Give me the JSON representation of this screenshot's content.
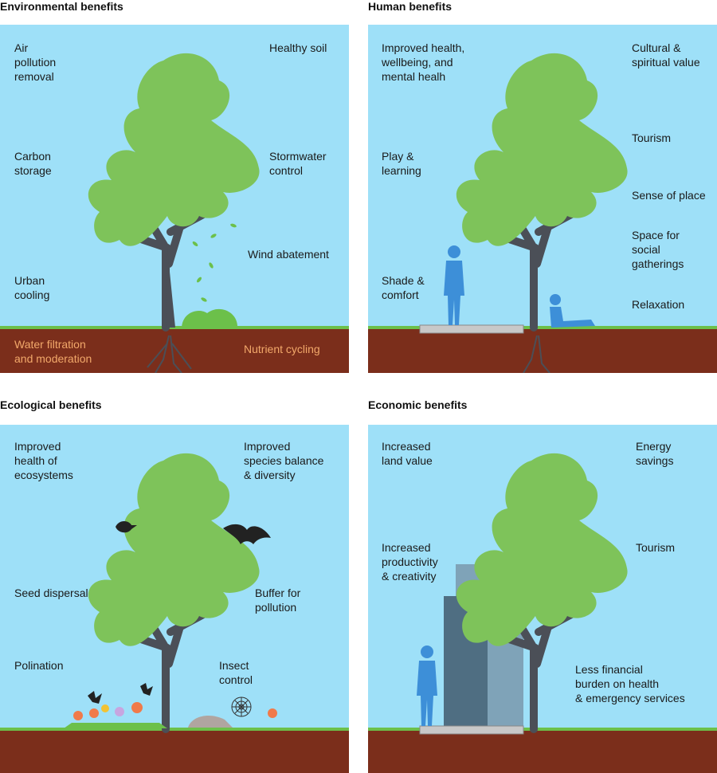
{
  "panels": {
    "environmental": {
      "title": "Environmental benefits",
      "labels": [
        "Air\npollution\nremoval",
        "Healthy soil",
        "Carbon\nstorage",
        "Stormwater\ncontrol",
        "Wind abatement",
        "Urban\ncooling"
      ],
      "soil_labels": [
        "Water filtration\nand moderation",
        "Nutrient cycling"
      ]
    },
    "human": {
      "title": "Human benefits",
      "labels": [
        "Improved health,\nwellbeing, and\nmental healh",
        "Cultural &\nspiritual value",
        "Tourism",
        "Play &\nlearning",
        "Sense of place",
        "Space for\nsocial\ngatherings",
        "Shade &\ncomfort",
        "Relaxation"
      ]
    },
    "ecological": {
      "title": "Ecological benefits",
      "labels": [
        "Improved\nhealth of\necosystems",
        "Improved\nspecies balance\n& diversity",
        "Seed dispersal",
        "Buffer for\npollution",
        "Polination",
        "Insect\ncontrol"
      ]
    },
    "economic": {
      "title": "Economic benefits",
      "labels": [
        "Increased\nland value",
        "Energy\nsavings",
        "Increased\nproductivity\n& creativity",
        "Tourism",
        "Less financial\nburden on health\n& emergency services"
      ]
    }
  },
  "colors": {
    "sky": "#9ee0f8",
    "soil": "#7b2e1b",
    "grass": "#6cc04a",
    "foliage": "#7ec35a",
    "trunk": "#4b4f57",
    "person": "#3d8fd8",
    "building_dark": "#4f6e82",
    "building_light": "#7fa3b8"
  }
}
